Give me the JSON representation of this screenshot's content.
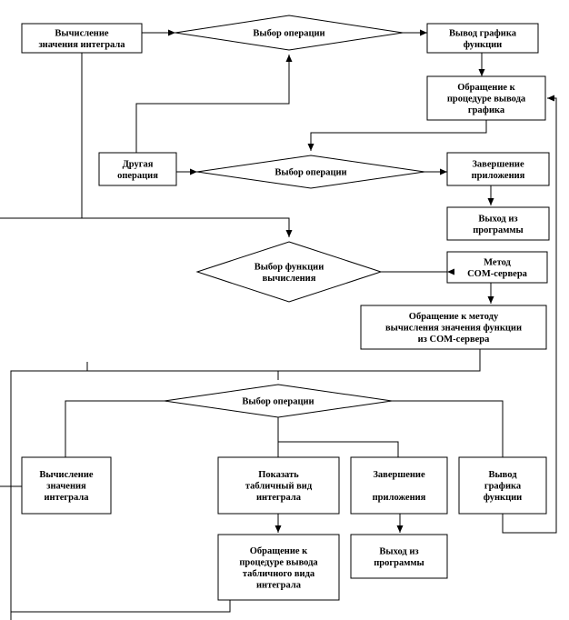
{
  "nodes": {
    "calc_integral_top": [
      "Вычисление",
      "значения интеграла"
    ],
    "op_select_1": [
      "Выбор операции"
    ],
    "plot_output_top": [
      "Вывод графика",
      "функции"
    ],
    "plot_proc_call": [
      "Обращение к",
      "процедуре вывода",
      "графика"
    ],
    "other_op": [
      "Другая",
      "операция"
    ],
    "op_select_2": [
      "Выбор операции"
    ],
    "finish_app_1": [
      "Завершение",
      "приложения"
    ],
    "exit_prog_1": [
      "Выход из",
      "программы"
    ],
    "func_select": [
      "Выбор функции",
      "вычисления"
    ],
    "com_method": [
      "Метод",
      "COM-сервера"
    ],
    "com_call": [
      "Обращение к методу",
      "вычисления значения функции",
      "из COM-сервера"
    ],
    "op_select_3": [
      "Выбор операции"
    ],
    "calc_integral_bottom": [
      "Вычисление",
      "значения",
      "интеграла"
    ],
    "show_table": [
      "Показать",
      "табличный вид",
      "интеграла"
    ],
    "finish_app_2": [
      "Завершение",
      "",
      "приложения"
    ],
    "plot_output_bottom": [
      "Вывод",
      "графика",
      "функции"
    ],
    "table_proc_call": [
      "Обращение к",
      "процедуре вывода",
      "табличного вида",
      "интеграла"
    ],
    "exit_prog_2": [
      "Выход из",
      "программы"
    ]
  }
}
